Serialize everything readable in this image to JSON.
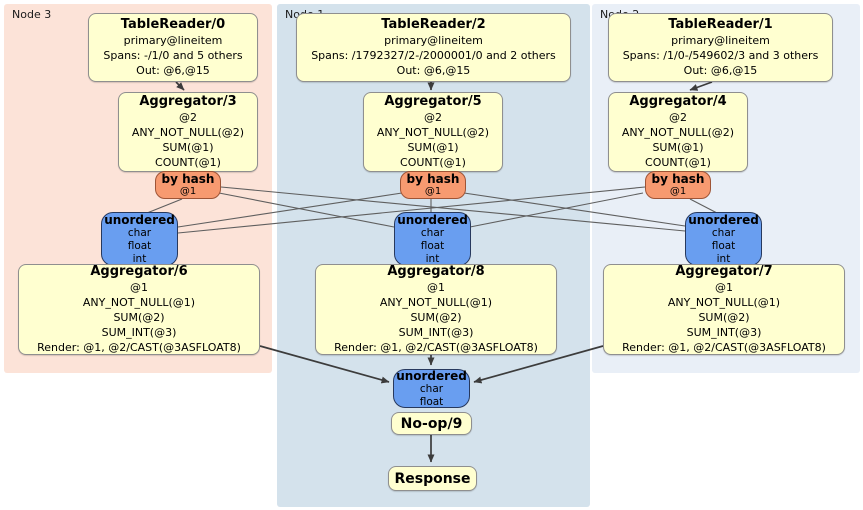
{
  "colors": {
    "node3_bg": "#fce3d8",
    "node1_bg": "#d4e2ec",
    "node2_bg": "#e9eff7",
    "processor_bg": "#ffffd0",
    "router_bg": "#f79a70",
    "sync_bg": "#699ef0"
  },
  "regions": [
    {
      "label": "Node 3"
    },
    {
      "label": "Node 1"
    },
    {
      "label": "Node 2"
    }
  ],
  "processors": {
    "tr0": {
      "title": "TableReader/0",
      "lines": [
        "primary@lineitem",
        "Spans: -/1/0 and 5 others",
        "Out: @6,@15"
      ]
    },
    "tr2": {
      "title": "TableReader/2",
      "lines": [
        "primary@lineitem",
        "Spans: /1792327/2-/2000001/0 and 2 others",
        "Out: @6,@15"
      ]
    },
    "tr1": {
      "title": "TableReader/1",
      "lines": [
        "primary@lineitem",
        "Spans: /1/0-/549602/3 and 3 others",
        "Out: @6,@15"
      ]
    },
    "agg3": {
      "title": "Aggregator/3",
      "lines": [
        "@2",
        "ANY_NOT_NULL(@2)",
        "SUM(@1)",
        "COUNT(@1)"
      ]
    },
    "agg5": {
      "title": "Aggregator/5",
      "lines": [
        "@2",
        "ANY_NOT_NULL(@2)",
        "SUM(@1)",
        "COUNT(@1)"
      ]
    },
    "agg4": {
      "title": "Aggregator/4",
      "lines": [
        "@2",
        "ANY_NOT_NULL(@2)",
        "SUM(@1)",
        "COUNT(@1)"
      ]
    },
    "agg6": {
      "title": "Aggregator/6",
      "lines": [
        "@1",
        "ANY_NOT_NULL(@1)",
        "SUM(@2)",
        "SUM_INT(@3)",
        "Render: @1, @2/CAST(@3ASFLOAT8)"
      ]
    },
    "agg8": {
      "title": "Aggregator/8",
      "lines": [
        "@1",
        "ANY_NOT_NULL(@1)",
        "SUM(@2)",
        "SUM_INT(@3)",
        "Render: @1, @2/CAST(@3ASFLOAT8)"
      ]
    },
    "agg7": {
      "title": "Aggregator/7",
      "lines": [
        "@1",
        "ANY_NOT_NULL(@1)",
        "SUM(@2)",
        "SUM_INT(@3)",
        "Render: @1, @2/CAST(@3ASFLOAT8)"
      ]
    },
    "noop": {
      "title": "No-op/9"
    },
    "response": {
      "title": "Response"
    }
  },
  "routers": {
    "hash3": {
      "title": "by hash",
      "lines": [
        "@1"
      ]
    },
    "hash5": {
      "title": "by hash",
      "lines": [
        "@1"
      ]
    },
    "hash4": {
      "title": "by hash",
      "lines": [
        "@1"
      ]
    }
  },
  "syncs": {
    "left": {
      "title": "unordered",
      "lines": [
        "char",
        "float",
        "int"
      ]
    },
    "mid": {
      "title": "unordered",
      "lines": [
        "char",
        "float",
        "int"
      ]
    },
    "right": {
      "title": "unordered",
      "lines": [
        "char",
        "float",
        "int"
      ]
    },
    "bottom": {
      "title": "unordered",
      "lines": [
        "char",
        "float"
      ]
    }
  }
}
